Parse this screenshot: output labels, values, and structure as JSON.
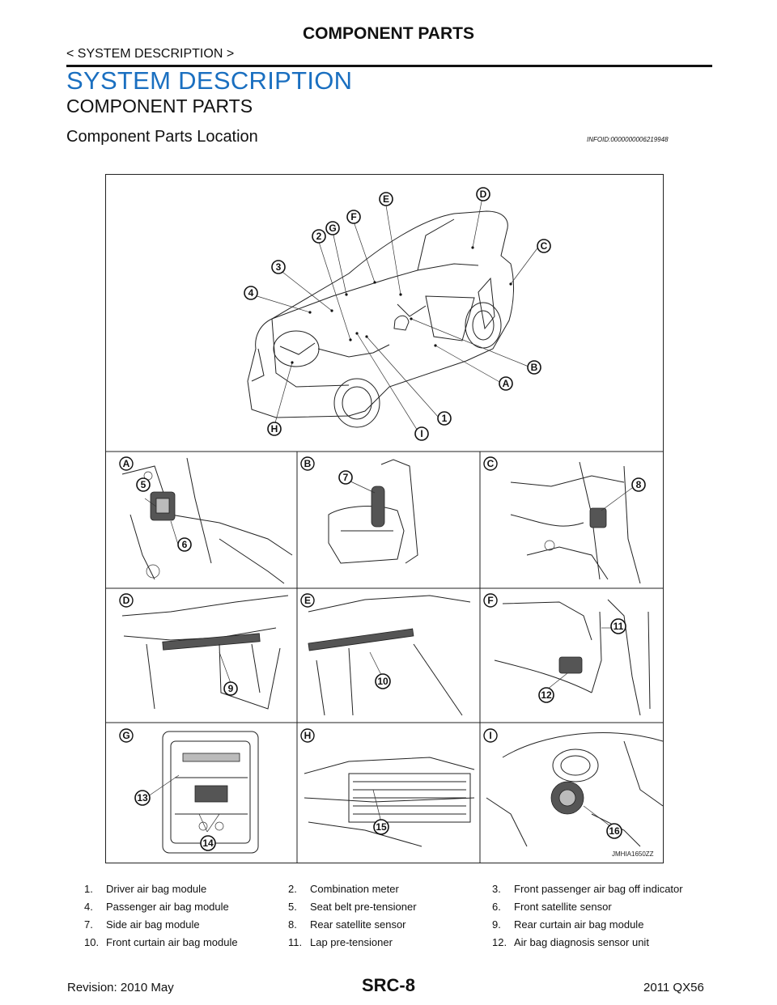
{
  "header": {
    "title": "COMPONENT PARTS",
    "breadcrumb": "< SYSTEM DESCRIPTION >"
  },
  "section": {
    "title": "SYSTEM DESCRIPTION",
    "subtitle": "COMPONENT PARTS",
    "heading": "Component Parts Location",
    "info_id": "INFOID:0000000006219948"
  },
  "figure": {
    "code": "JMHIA1650ZZ",
    "vehicle_callouts": [
      "D",
      "E",
      "F",
      "G",
      "2",
      "3",
      "4",
      "C",
      "B",
      "A",
      "1",
      "I",
      "H"
    ],
    "cells": [
      {
        "letter": "A",
        "callouts": [
          "5",
          "6"
        ]
      },
      {
        "letter": "B",
        "callouts": [
          "7"
        ]
      },
      {
        "letter": "C",
        "callouts": [
          "8"
        ]
      },
      {
        "letter": "D",
        "callouts": [
          "9"
        ]
      },
      {
        "letter": "E",
        "callouts": [
          "10"
        ]
      },
      {
        "letter": "F",
        "callouts": [
          "11",
          "12"
        ]
      },
      {
        "letter": "G",
        "callouts": [
          "13",
          "14"
        ]
      },
      {
        "letter": "H",
        "callouts": [
          "15"
        ]
      },
      {
        "letter": "I",
        "callouts": [
          "16"
        ]
      }
    ]
  },
  "legend": [
    [
      {
        "num": "1.",
        "text": "Driver air bag module"
      },
      {
        "num": "2.",
        "text": "Combination meter"
      },
      {
        "num": "3.",
        "text": "Front passenger air bag off indicator"
      }
    ],
    [
      {
        "num": "4.",
        "text": "Passenger air bag module"
      },
      {
        "num": "5.",
        "text": "Seat belt pre-tensioner"
      },
      {
        "num": "6.",
        "text": "Front satellite sensor"
      }
    ],
    [
      {
        "num": "7.",
        "text": "Side air bag module"
      },
      {
        "num": "8.",
        "text": "Rear satellite sensor"
      },
      {
        "num": "9.",
        "text": "Rear curtain air bag module"
      }
    ],
    [
      {
        "num": "10.",
        "text": "Front curtain air bag module"
      },
      {
        "num": "11.",
        "text": "Lap pre-tensioner"
      },
      {
        "num": "12.",
        "text": "Air bag diagnosis sensor unit"
      }
    ]
  ],
  "footer": {
    "revision": "Revision: 2010 May",
    "page": "SRC-8",
    "model": "2011 QX56"
  }
}
